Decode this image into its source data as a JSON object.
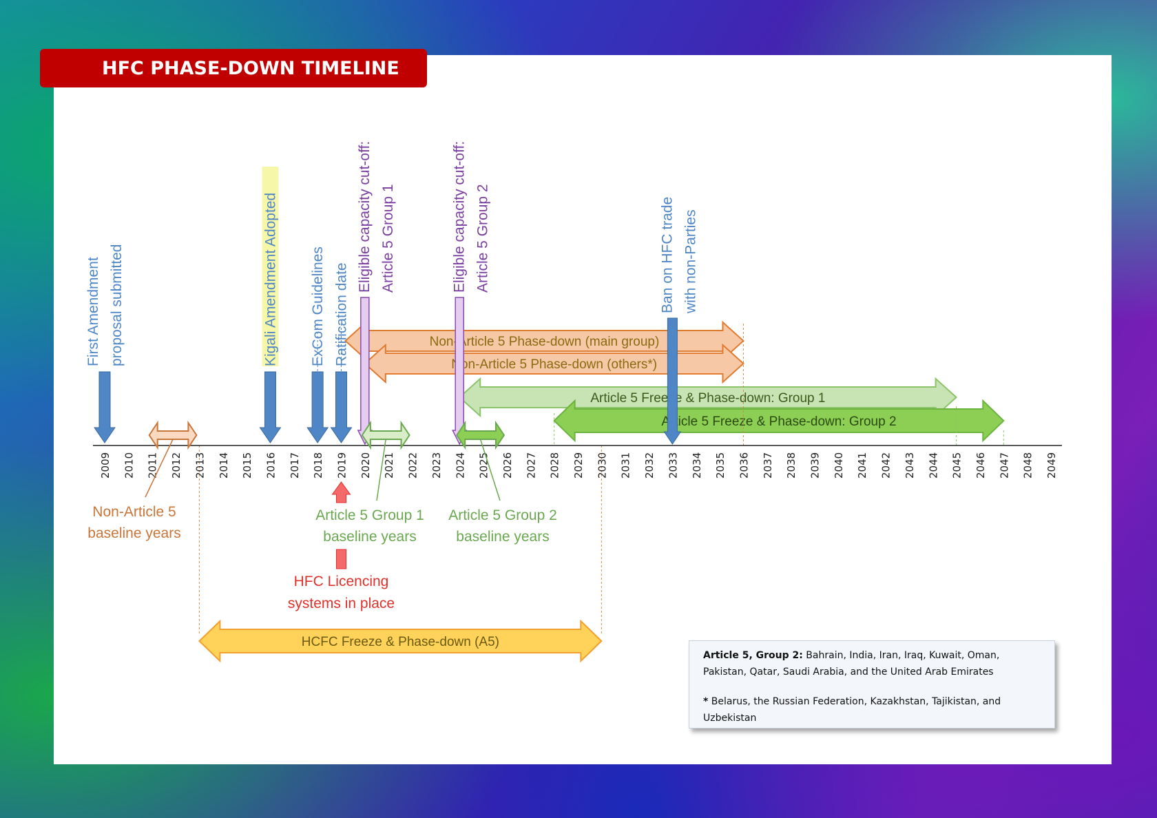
{
  "title": "HFC PHASE-DOWN TIMELINE",
  "axis": {
    "years": [
      2009,
      2010,
      2011,
      2012,
      2013,
      2014,
      2015,
      2016,
      2017,
      2018,
      2019,
      2020,
      2021,
      2022,
      2023,
      2024,
      2025,
      2026,
      2027,
      2028,
      2029,
      2030,
      2031,
      2032,
      2033,
      2034,
      2035,
      2036,
      2037,
      2038,
      2039,
      2040,
      2041,
      2042,
      2043,
      2044,
      2045,
      2046,
      2047,
      2048,
      2049
    ]
  },
  "events": [
    {
      "year": 2009,
      "lines": [
        "First Amendment",
        "proposal submitted"
      ],
      "color": "#4f86c6",
      "style": "arrow"
    },
    {
      "year": 2016,
      "lines": [
        "Kigali Amendment Adopted"
      ],
      "color": "#4f86c6",
      "style": "arrow",
      "highlight": "#f6f7a8"
    },
    {
      "year": 2018,
      "lines": [
        "ExCom Guidelines"
      ],
      "color": "#4f86c6",
      "style": "arrow"
    },
    {
      "year": 2019,
      "lines": [
        "Ratification date"
      ],
      "color": "#4f86c6",
      "style": "arrow"
    },
    {
      "year": 2020,
      "lines": [
        "Eligible capacity cut-off:",
        "Article 5 Group 1"
      ],
      "color": "#7a3fa0",
      "style": "cutoff"
    },
    {
      "year": 2024,
      "lines": [
        "Eligible capacity cut-off:",
        "Article 5 Group 2"
      ],
      "color": "#7a3fa0",
      "style": "cutoff"
    },
    {
      "year": 2033,
      "lines": [
        "Ban on HFC trade",
        "with non-Parties"
      ],
      "color": "#4f86c6",
      "style": "bar"
    }
  ],
  "ranges": [
    {
      "label": "Non-Article 5 Phase-down (main group)",
      "start": 2019,
      "end": 2036,
      "fill": "#f7c8a6",
      "stroke": "#e07b30",
      "text": "#8a6a10"
    },
    {
      "label": "Non-Article 5 Phase-down (others*)",
      "start": 2020,
      "end": 2036,
      "fill": "#f7c8a6",
      "stroke": "#e07b30",
      "text": "#8a6a10"
    },
    {
      "label": "Article 5 Freeze & Phase-down: Group 1",
      "start": 2024,
      "end": 2045,
      "fill": "#c8e3b4",
      "stroke": "#8cc46a",
      "text": "#3a5a1a"
    },
    {
      "label": "Article 5 Freeze & Phase-down: Group 2",
      "start": 2028,
      "end": 2047,
      "fill": "#8ccf54",
      "stroke": "#6db33f",
      "text": "#2a4a10"
    },
    {
      "label": "HCFC Freeze & Phase-down (A5)",
      "start": 2013,
      "end": 2030,
      "fill": "#ffd25a",
      "stroke": "#f0a030",
      "text": "#6a5a10"
    }
  ],
  "baselines": [
    {
      "lines": [
        "Non-Article 5",
        "baseline years"
      ],
      "start": 2011,
      "end": 2013,
      "color": "#c8763a"
    },
    {
      "lines": [
        "Article 5 Group 1",
        "baseline years"
      ],
      "start": 2020,
      "end": 2022,
      "color": "#6aa84f"
    },
    {
      "lines": [
        "Article 5 Group 2",
        "baseline years"
      ],
      "start": 2024,
      "end": 2026,
      "color": "#6aa84f"
    }
  ],
  "licencing": {
    "lines": [
      "HFC Licencing",
      "systems in place"
    ],
    "year": 2019,
    "color": "#e0302a"
  },
  "notes": {
    "group2_label": "Article 5, Group 2:",
    "group2_text": " Bahrain, India, Iran, Iraq, Kuwait, Oman, Pakistan, Qatar, Saudi Arabia, and the United Arab Emirates",
    "others_label": "*",
    "others_text": " Belarus, the Russian Federation,  Kazakhstan, Tajikistan, and Uzbekistan"
  }
}
